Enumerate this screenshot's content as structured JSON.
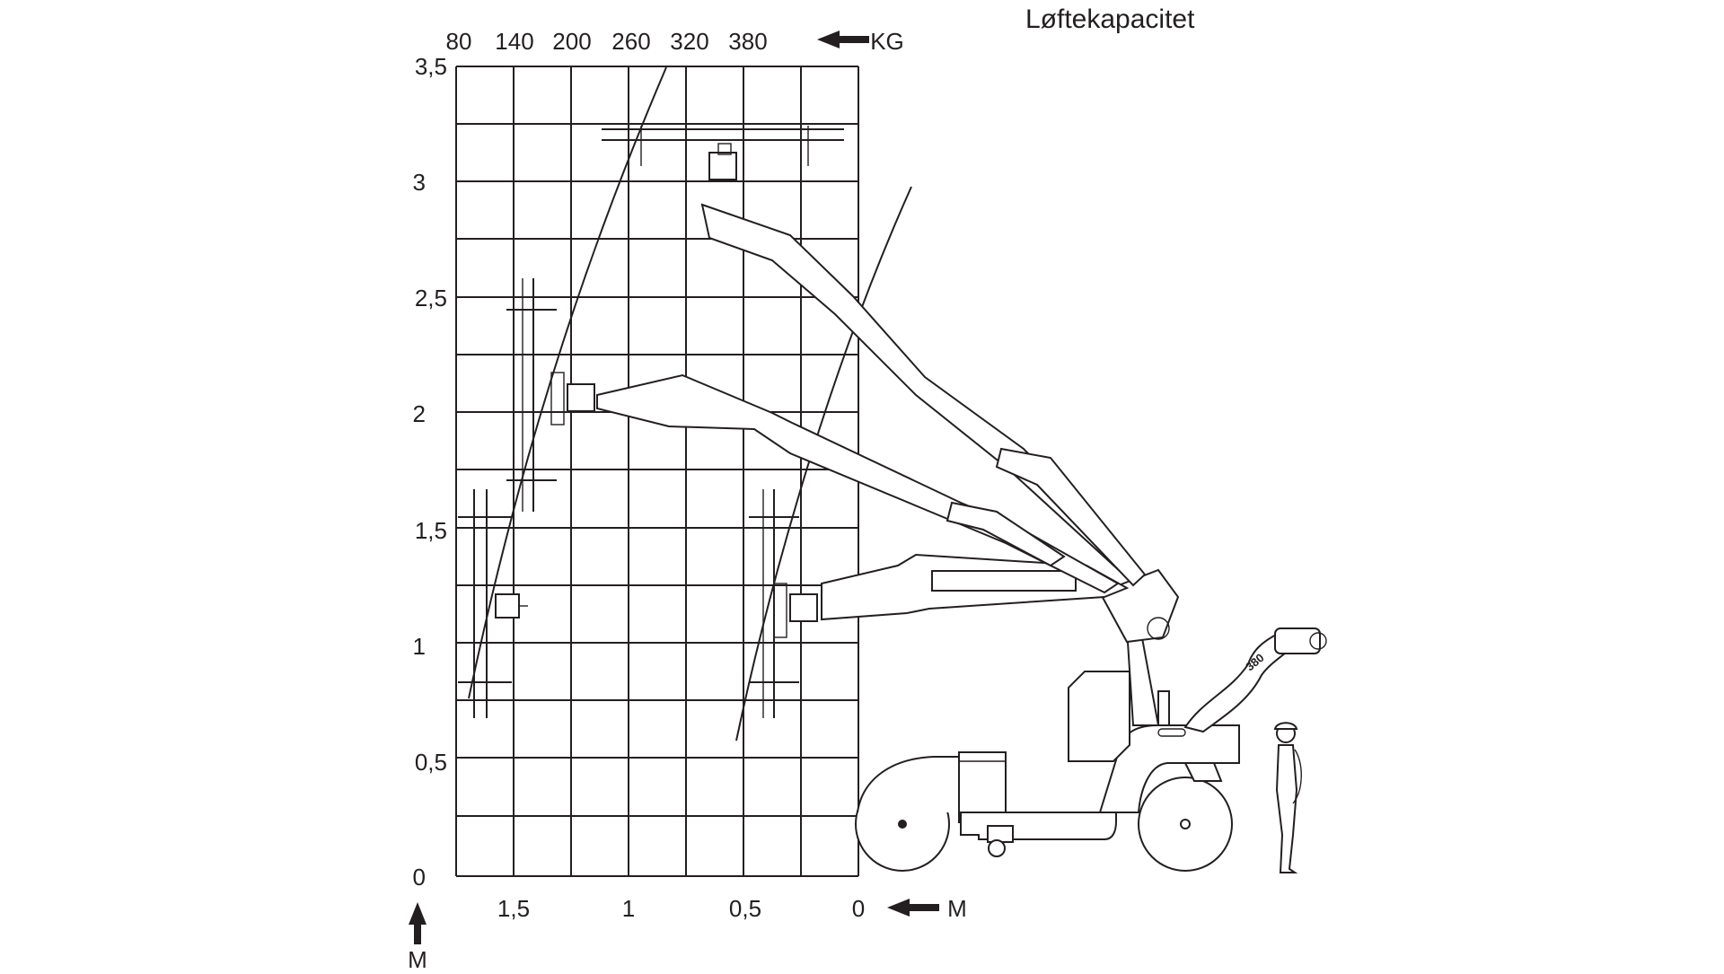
{
  "title": "Løftekapacitet",
  "capacity_axis": {
    "unit": "KG",
    "ticks": [
      "80",
      "140",
      "200",
      "260",
      "320",
      "380"
    ]
  },
  "height_axis": {
    "unit": "M",
    "ticks": [
      "0",
      "0,5",
      "1",
      "1,5",
      "2",
      "2,5",
      "3",
      "3,5"
    ]
  },
  "reach_axis": {
    "unit": "M",
    "ticks": [
      "1,5",
      "1",
      "0,5",
      "0"
    ]
  },
  "machine": {
    "model_label": "380"
  },
  "colors": {
    "ink": "#231f20",
    "background": "#ffffff"
  }
}
